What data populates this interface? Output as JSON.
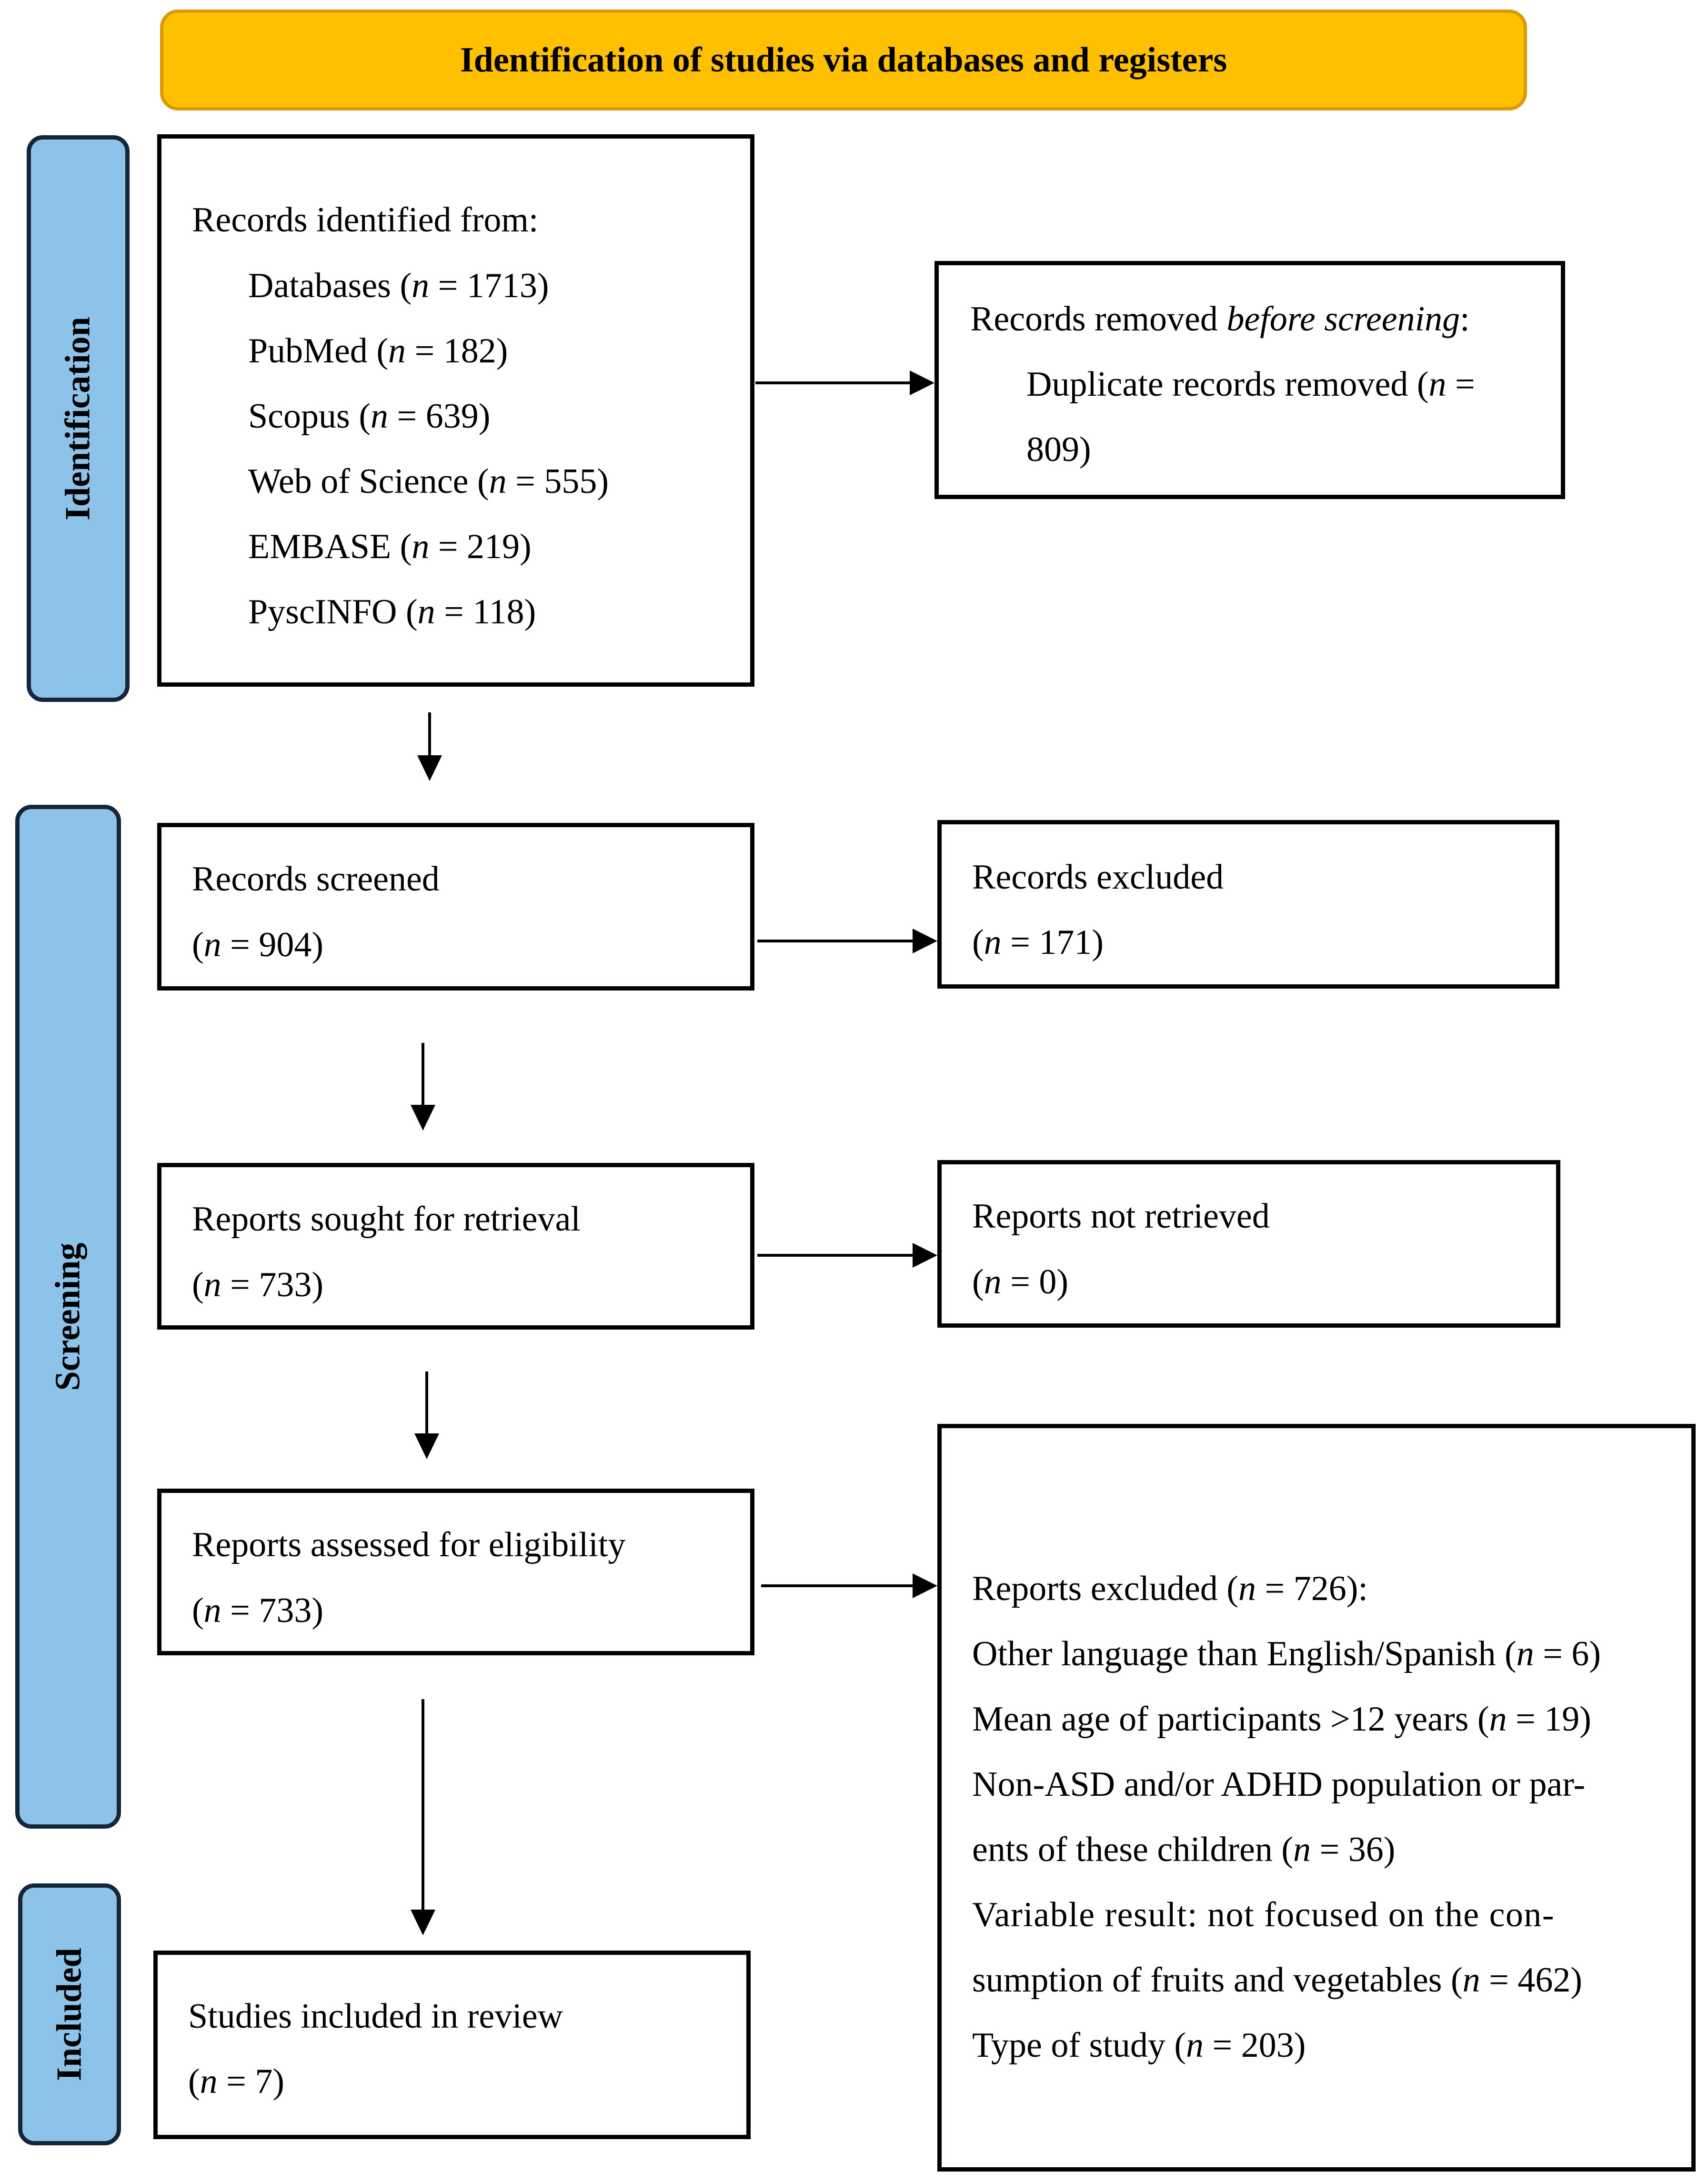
{
  "header": {
    "title": "Identification of studies via databases and registers"
  },
  "phases": {
    "identification": "Identification",
    "screening": "Screening",
    "included": "Included"
  },
  "identified": {
    "heading": "Records identified from:",
    "sources": [
      {
        "name": "Databases",
        "n": "1713"
      },
      {
        "name": "PubMed",
        "n": "182"
      },
      {
        "name": "Scopus",
        "n": "639"
      },
      {
        "name": "Web of Science",
        "n": "555"
      },
      {
        "name": "EMBASE",
        "n": "219"
      },
      {
        "name": "PyscINFO",
        "n": "118"
      }
    ]
  },
  "removed": {
    "heading_start": "Records removed ",
    "heading_italic": "before screening",
    "heading_end": ":",
    "line1": "Duplicate records removed (",
    "n_symbol": "n",
    "line1_end": " =",
    "line2": "809)"
  },
  "screened": {
    "label": "Records screened",
    "n": "904"
  },
  "excluded_records": {
    "label": "Records excluded",
    "n": "171"
  },
  "sought": {
    "label": "Reports sought for retrieval",
    "n": "733"
  },
  "not_retrieved": {
    "label": "Reports not retrieved",
    "n": "0"
  },
  "assessed": {
    "label": "Reports assessed for eligibility",
    "n": "733"
  },
  "reports_excluded": {
    "heading": "Reports excluded",
    "n": "726",
    "reasons": [
      {
        "text": "Other language than English/Spanish",
        "n": "6"
      },
      {
        "text": "Mean age of participants >12 years",
        "n": "19"
      },
      {
        "text_line1": "Non-ASD and/or ADHD population or par-",
        "text_line2": "ents of these children",
        "n": "36"
      },
      {
        "text_line1": "Variable result: not focused on the con-",
        "text_line2": "sumption of fruits and vegetables",
        "n": "462"
      },
      {
        "text": "Type of study",
        "n": "203"
      }
    ]
  },
  "included": {
    "label": "Studies included in review",
    "n": "7"
  }
}
